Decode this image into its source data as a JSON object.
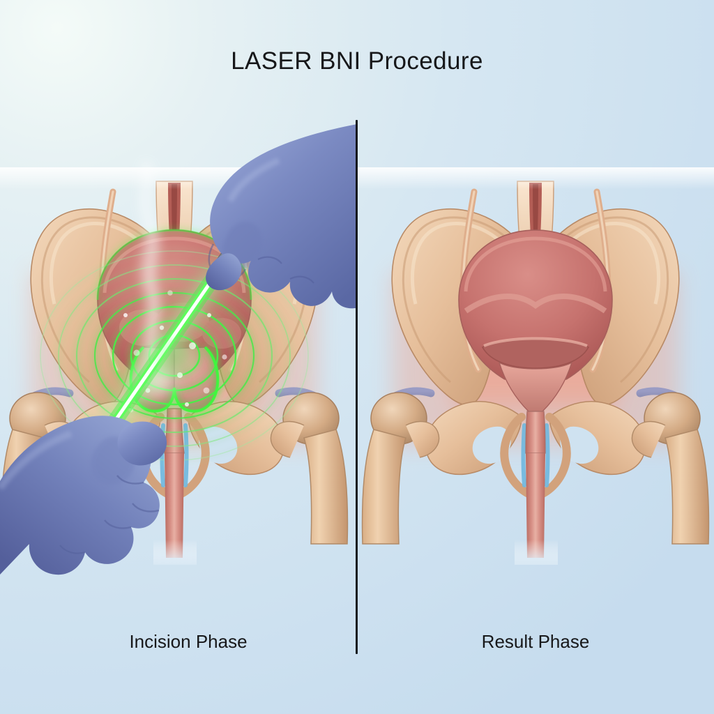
{
  "figure": {
    "title": "LASER BNI Procedure",
    "type": "medical-illustration",
    "subject": "Laser bladder neck incision (BNI) of the male pelvis, anterior view",
    "background_color": "#cfe2f0",
    "background_highlight_color": "#f2f9f7",
    "divider_color": "#14181d",
    "title_color": "#17181a"
  },
  "panels": [
    {
      "id": "incision",
      "label": "Incision Phase",
      "side": "left",
      "elements": [
        "pelvic-bones",
        "bladder",
        "enlarged-prostate",
        "urethra",
        "laser-fiber-instrument",
        "green-laser-beam",
        "green-energy-rings",
        "smoke-plume",
        "gloved-hand-upper",
        "gloved-hand-lower"
      ]
    },
    {
      "id": "result",
      "label": "Result Phase",
      "side": "right",
      "elements": [
        "pelvic-bones",
        "bladder",
        "widened-bladder-neck",
        "urethra"
      ]
    }
  ],
  "palette": {
    "bone": "#e3bb97",
    "bone_light": "#f0d4b5",
    "bone_shadow": "#c79a74",
    "soft_tissue": "#efa896",
    "bladder": "#c9726f",
    "bladder_light": "#d98d87",
    "prostate": "#d9938a",
    "glove_blue": "#7b8cc4",
    "glove_blue_dark": "#5a6aa8",
    "metal": "#b9bdc2",
    "metal_dark": "#6d7277",
    "laser_green": "#3ff03f",
    "laser_core": "#ffffff",
    "vein_blue": "#6fb7de",
    "artery_red": "#b04a44",
    "cartilage": "#8e90b8"
  },
  "annotations": {
    "laser_beam_angle_deg": -52,
    "ring_count": 7
  }
}
